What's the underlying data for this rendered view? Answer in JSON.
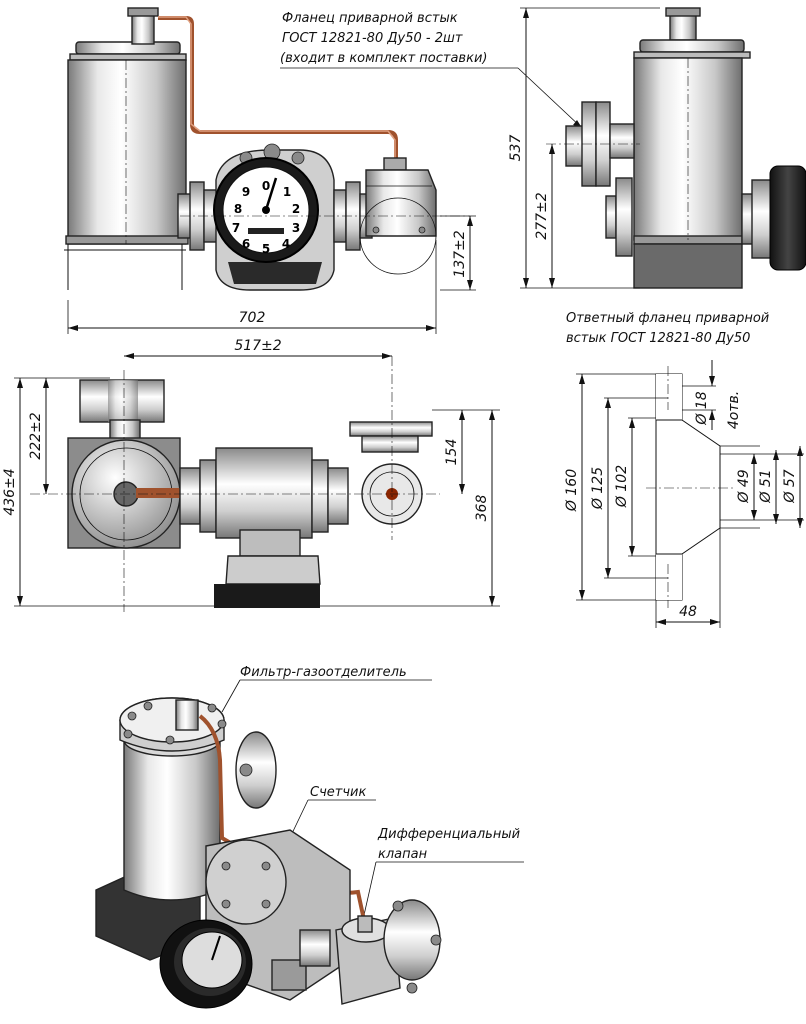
{
  "front_view": {
    "dim_overall_width": "702",
    "dim_axis_height": "137±2"
  },
  "side_view": {
    "note_flange_line1": "Фланец приварной встык",
    "note_flange_line2": "ГОСТ 12821-80 Ду50 - 2шт",
    "note_flange_line3": "(входит в комплект поставки)",
    "dim_total_height": "537",
    "dim_axis_height": "277±2"
  },
  "top_view": {
    "dim_axis_spacing": "517±2",
    "dim_total_depth": "436±4",
    "dim_filter_offset": "222±2",
    "dim_valve_offset": "154",
    "dim_valve_depth": "368"
  },
  "gauge": {
    "numbers": [
      "0",
      "1",
      "2",
      "3",
      "4",
      "5",
      "6",
      "7",
      "8",
      "9"
    ]
  },
  "flange_section": {
    "title_line1": "Ответный фланец приварной",
    "title_line2": "встык ГОСТ 12821-80 Ду50",
    "dim_outer_diameter": "Ø 160",
    "dim_bolt_circle": "Ø 125",
    "dim_raised_face": "Ø 102",
    "dim_hole": "Ø 18",
    "dim_hole_count": "4отв.",
    "dim_bore": "Ø 49",
    "dim_pipe_outer": "Ø 51",
    "dim_neck": "Ø 57",
    "dim_length": "48"
  },
  "iso_view": {
    "label_filter": "Фильтр-газоотделитель",
    "label_counter": "Счетчик",
    "label_valve_line1": "Дифференциальный",
    "label_valve_line2": "клапан"
  }
}
